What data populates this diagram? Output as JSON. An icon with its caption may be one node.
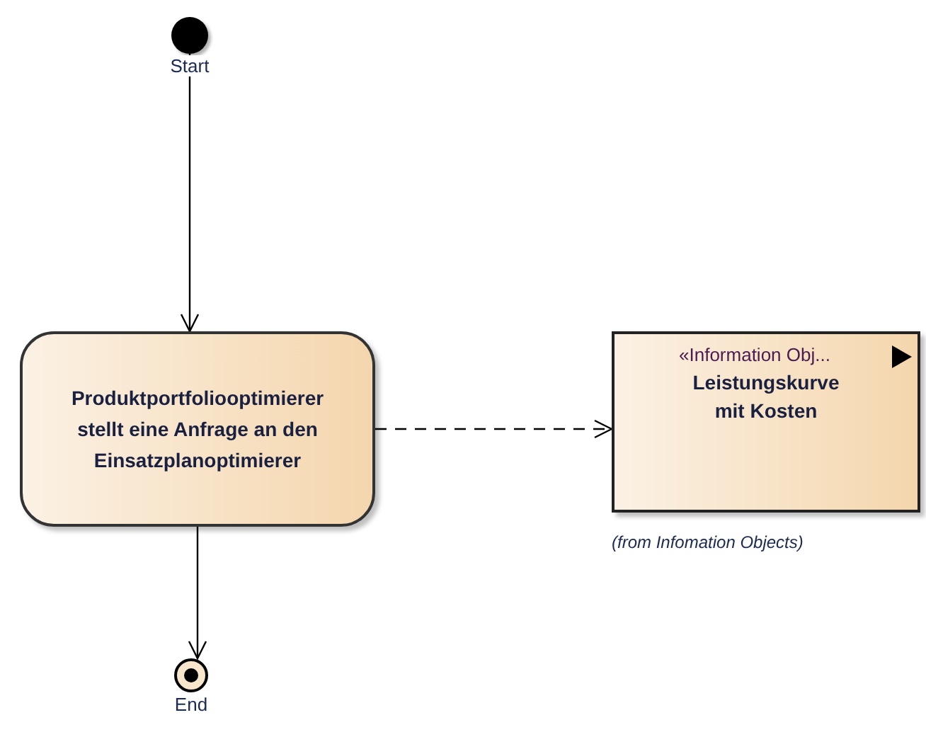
{
  "diagram": {
    "nodes": [
      {
        "text": [],
        "shape": "circle",
        "beside": [
          "Start"
        ]
      },
      {
        "text": [
          "Produktportfoliooptimierer stellt eine Anfrage an den Einsatzplanoptimierer"
        ]
      },
      {
        "text": [],
        "shape": "circle",
        "beside": [
          "End"
        ]
      },
      {
        "text": [
          "«Information Obj...",
          "Leistungskurve mit Kosten"
        ],
        "beside": [
          "(from Infomation Objects)"
        ]
      }
    ],
    "edges": [
      {
        "from": 0,
        "to": 1,
        "arrow": "to"
      },
      {
        "from": 1,
        "to": 2,
        "arrow": "to"
      },
      {
        "from": 1,
        "to": 3,
        "arrow": "to",
        "style": "dashed"
      }
    ]
  }
}
